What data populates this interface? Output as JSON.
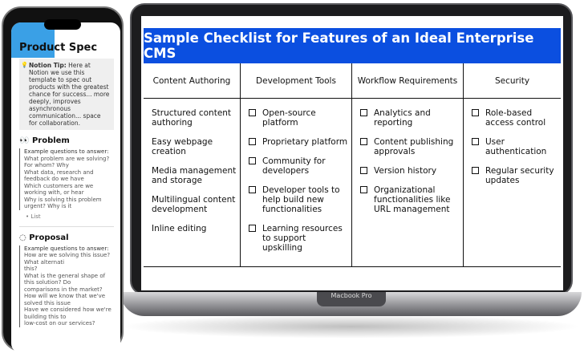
{
  "laptop": {
    "label": "Macbook Pro",
    "title": "Sample Checklist for Features of an Ideal Enterprise CMS",
    "columns": [
      {
        "header": "Content Authoring",
        "items": [
          "Structured content authoring",
          "Easy webpage creation",
          "Media management and storage",
          "Multilingual content development",
          "Inline editing"
        ],
        "checkbox": false
      },
      {
        "header": "Development Tools",
        "items": [
          "Open-source platform",
          "Proprietary platform",
          "Community for developers",
          "Developer tools to help build new functionalities",
          "Learning resources to support upskilling"
        ],
        "checkbox": true
      },
      {
        "header": "Workflow Requirements",
        "items": [
          "Analytics and reporting",
          "Content publishing approvals",
          "Version history",
          "Organizational functionalities like URL management"
        ],
        "checkbox": true
      },
      {
        "header": "Security",
        "items": [
          "Role-based access control",
          "User authentication",
          "Regular security updates"
        ],
        "checkbox": true
      }
    ],
    "accent": "#0b4fe0"
  },
  "phone": {
    "title": "Product Spec",
    "tip_label": "Notion Tip:",
    "tip": "Here at Notion we use this template to spec out products with the greatest chance for success... more deeply, improves asynchronous communication... space for collaboration.",
    "problem": {
      "heading": "Problem",
      "intro": "Example questions to answer:",
      "lines": [
        "What problem are we solving? For whom? Why",
        "What data, research and feedback do we have",
        "Which customers are we working with, or hear",
        "Why is solving this problem urgent? Why is it"
      ],
      "list": "List"
    },
    "proposal": {
      "heading": "Proposal",
      "intro": "Example questions to answer:",
      "lines": [
        "How are we solving this issue? What alternati",
        "this?",
        "What is the general shape of this solution? Do",
        "comparisons in the market?",
        "How will we know that we've solved this issue",
        "Have we considered how we're building this to",
        "low-cost on our services?"
      ]
    }
  }
}
